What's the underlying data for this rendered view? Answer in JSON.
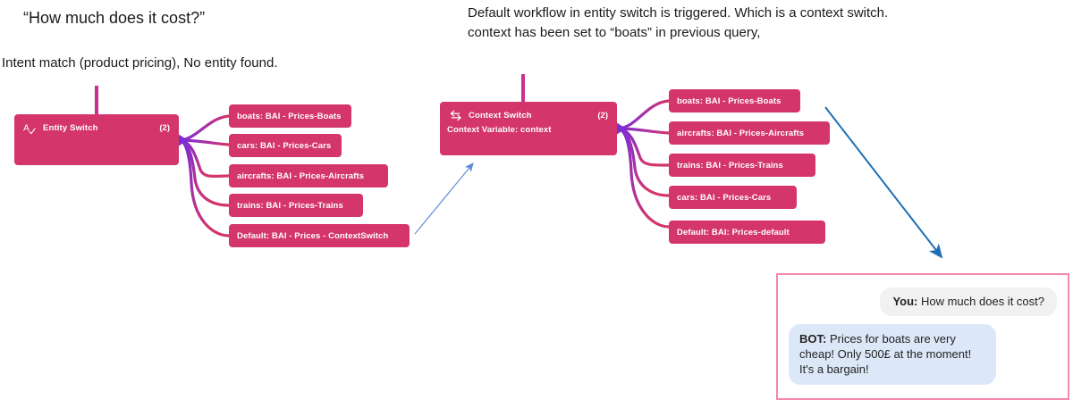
{
  "annotations": {
    "question": "“How much does it cost?”",
    "intent": "Intent match (product pricing), No entity found.",
    "default_workflow": "Default workflow in entity switch is triggered. Which is a context switch. context has been set to “boats” in previous query,"
  },
  "entity_switch_node": {
    "title": "Entity Switch",
    "count": "(2)",
    "icon": "entity-annotation-icon",
    "children": [
      {
        "label": "boats: BAI - Prices-Boats"
      },
      {
        "label": "cars: BAI - Prices-Cars"
      },
      {
        "label": "aircrafts: BAI - Prices-Aircrafts"
      },
      {
        "label": "trains: BAI - Prices-Trains"
      },
      {
        "label": "Default: BAI - Prices - ContextSwitch"
      }
    ]
  },
  "context_switch_node": {
    "title": "Context Switch",
    "count": "(2)",
    "subtitle": "Context Variable: context",
    "icon": "switch-arrow-icon",
    "children": [
      {
        "label": "boats: BAI - Prices-Boats"
      },
      {
        "label": "aircrafts: BAI - Prices-Aircrafts"
      },
      {
        "label": "trains: BAI - Prices-Trains"
      },
      {
        "label": "cars: BAI - Prices-Cars"
      },
      {
        "label": "Default: BAI: Prices-default"
      }
    ]
  },
  "chat": {
    "messages": [
      {
        "speaker": "You:",
        "text": " How much does it cost?"
      },
      {
        "speaker": "BOT:",
        "text": " Prices for boats are very cheap! Only 500£ at the moment! It's a bargain!"
      }
    ]
  },
  "colors": {
    "node_fill": "#D4356A",
    "stem": "#C9308B",
    "link_start": "#7B2FD4",
    "link_end": "#D4356A",
    "arrow_light_blue": "#6A96D8",
    "arrow_blue": "#1F6FB5",
    "panel_border": "#F489AF",
    "user_bubble": "#F1F1F1",
    "bot_bubble": "#DCE8F8"
  }
}
